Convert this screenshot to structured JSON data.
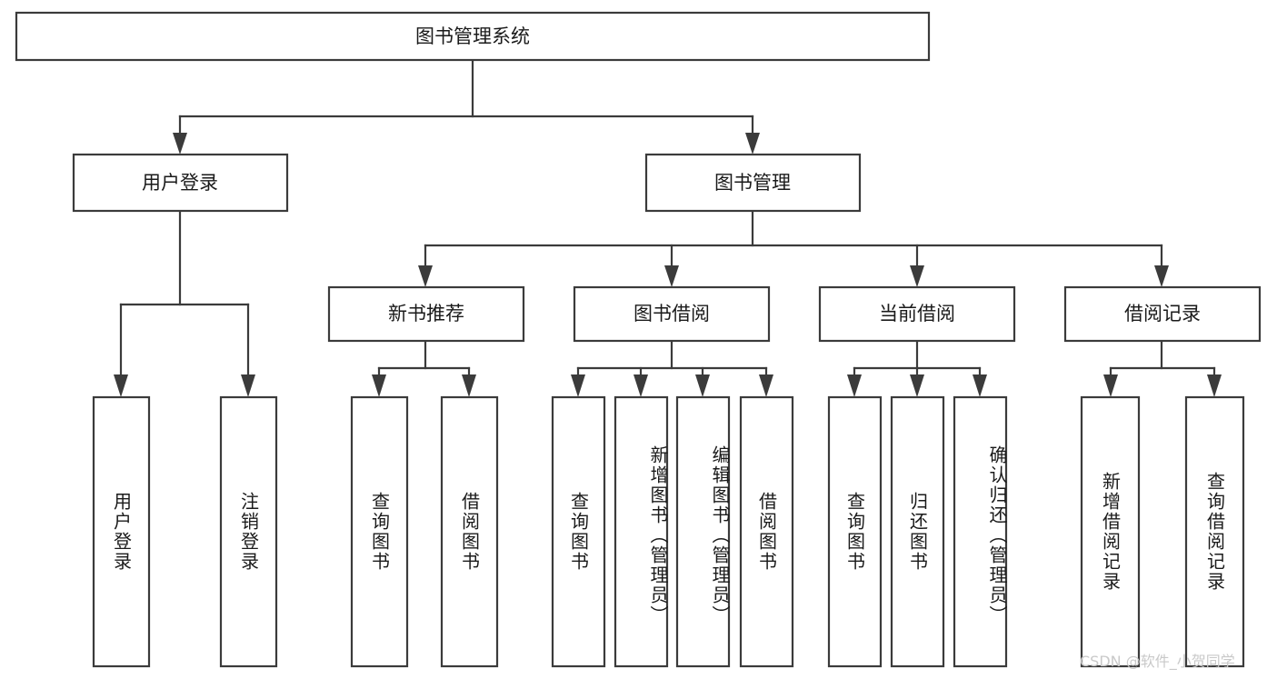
{
  "diagram": {
    "type": "tree-hierarchy-flowchart",
    "title": "图书管理系统",
    "orientation": "top-down",
    "box_fill": "#ffffff",
    "box_stroke": "#3b3b3b",
    "text_color": "#1a1a1a",
    "levels": {
      "root": {
        "label": "图书管理系统"
      },
      "level2": [
        {
          "label": "用户登录"
        },
        {
          "label": "图书管理"
        }
      ],
      "level3": [
        {
          "label": "新书推荐"
        },
        {
          "label": "图书借阅"
        },
        {
          "label": "当前借阅"
        },
        {
          "label": "借阅记录"
        }
      ],
      "leaves": [
        {
          "label": "用户登录",
          "parent": "用户登录"
        },
        {
          "label": "注销登录",
          "parent": "用户登录"
        },
        {
          "label": "查询图书",
          "parent": "新书推荐"
        },
        {
          "label": "借阅图书",
          "parent": "新书推荐"
        },
        {
          "label": "查询图书",
          "parent": "图书借阅"
        },
        {
          "label": "新增图书（管理员）",
          "parent": "图书借阅"
        },
        {
          "label": "编辑图书（管理员）",
          "parent": "图书借阅"
        },
        {
          "label": "借阅图书",
          "parent": "图书借阅"
        },
        {
          "label": "查询图书",
          "parent": "当前借阅"
        },
        {
          "label": "归还图书",
          "parent": "当前借阅"
        },
        {
          "label": "确认归还（管理员）",
          "parent": "当前借阅"
        },
        {
          "label": "新增借阅记录",
          "parent": "借阅记录"
        },
        {
          "label": "查询借阅记录",
          "parent": "借阅记录"
        }
      ]
    }
  },
  "watermark": {
    "text": "CSDN @软件_小贺同学"
  }
}
